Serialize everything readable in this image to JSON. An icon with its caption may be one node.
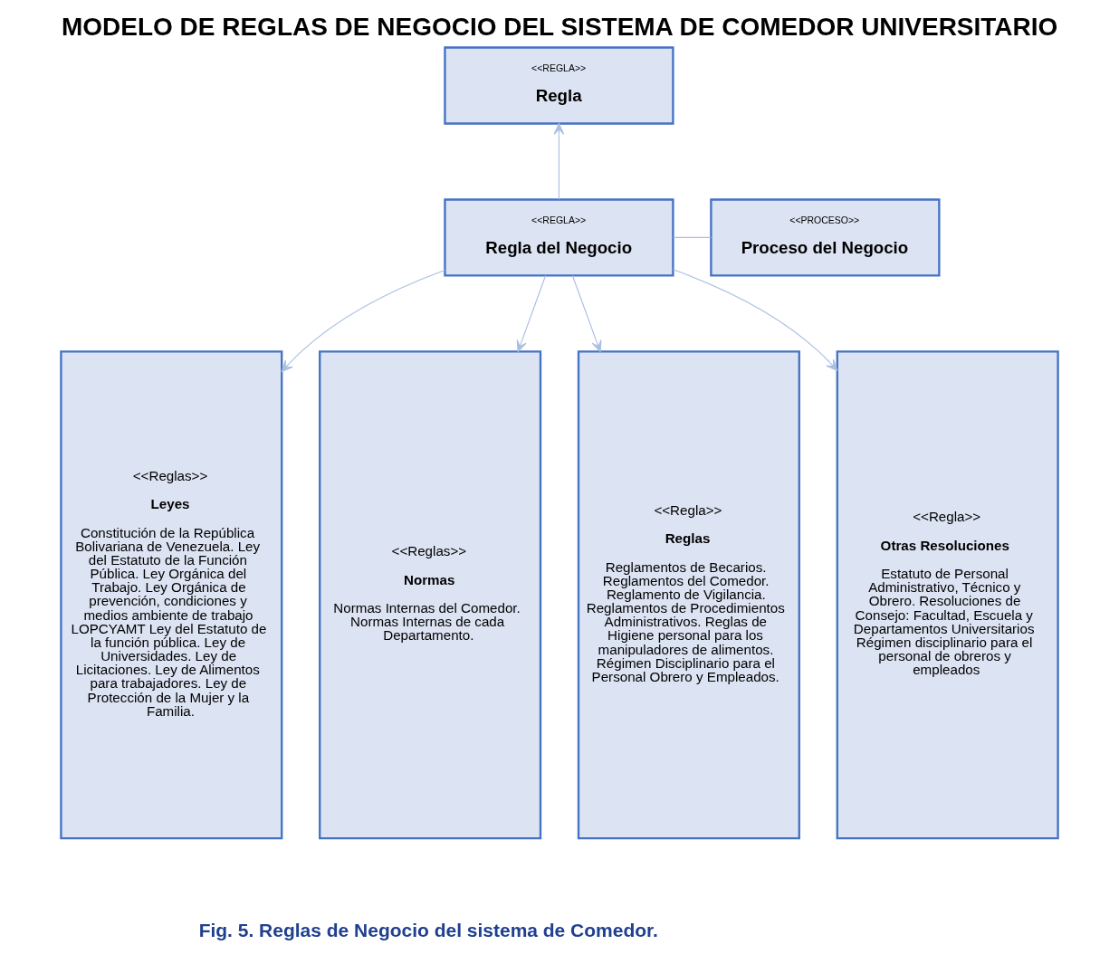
{
  "diagram": {
    "title": "MODELO DE REGLAS DE NEGOCIO DEL SISTEMA DE COMEDOR UNIVERSITARIO",
    "caption": "Fig. 5. Reglas de Negocio del sistema de Comedor.",
    "nodes": [
      {
        "text": [
          "<<REGLA>>",
          "Regla"
        ]
      },
      {
        "text": [
          "<<REGLA>>",
          "Regla del Negocio"
        ]
      },
      {
        "text": [
          "<<PROCESO>>",
          "Proceso del Negocio"
        ]
      },
      {
        "text": [
          "<<Reglas>>",
          "Leyes",
          "Constitución de la República Bolivariana de Venezuela. Ley del Estatuto de la Función Pública. Ley Orgánica del Trabajo. Ley Orgánica de prevención, condiciones y medios ambiente de trabajo LOPCYAMT Ley del Estatuto de la función pública. Ley de Universidades. Ley de Licitaciones. Ley de Alimentos para trabajadores. Ley de Protección de la Mujer y la Familia."
        ]
      },
      {
        "text": [
          "<<Reglas>>",
          "Normas",
          "Normas Internas del Comedor. Normas Internas de cada Departamento."
        ]
      },
      {
        "text": [
          "<<Regla>>",
          "Reglas",
          "Reglamentos de Becarios. Reglamentos del Comedor. Reglamento de Vigilancia. Reglamentos de Procedimientos Administrativos. Reglas de Higiene personal para los manipuladores de alimentos. Régimen Disciplinario para el Personal Obrero y Empleados."
        ]
      },
      {
        "text": [
          "<<Regla>>",
          "Otras Resoluciones",
          "Estatuto de Personal Administrativo, Técnico y Obrero. Resoluciones de Consejo: Facultad, Escuela y Departamentos Universitarios Régimen disciplinario para el personal de obreros y empleados"
        ]
      }
    ],
    "edges": [
      {
        "from": 1,
        "to": 0,
        "arrow": "to"
      },
      {
        "from": 1,
        "to": 2,
        "arrow": "none"
      },
      {
        "from": 1,
        "to": 3,
        "arrow": "to"
      },
      {
        "from": 1,
        "to": 4,
        "arrow": "to"
      },
      {
        "from": 1,
        "to": 5,
        "arrow": "to"
      },
      {
        "from": 1,
        "to": 6,
        "arrow": "to"
      }
    ]
  }
}
